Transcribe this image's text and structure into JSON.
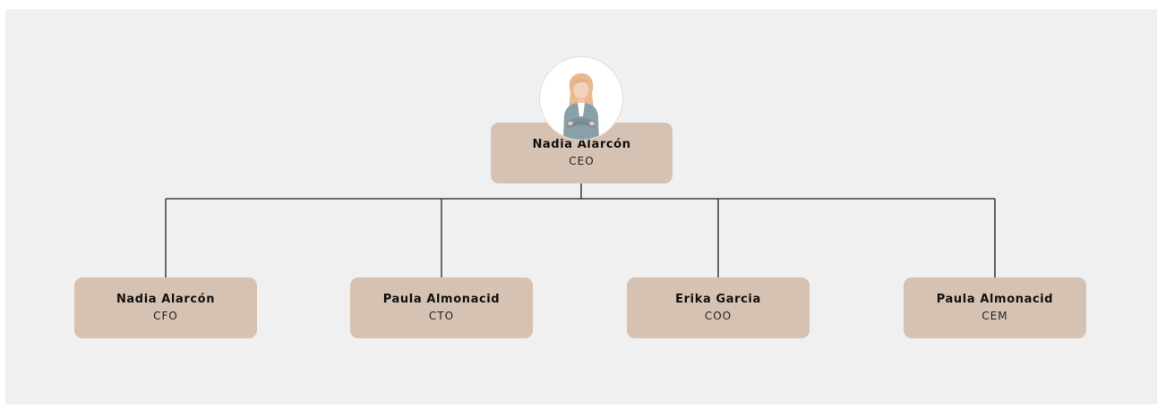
{
  "colors": {
    "background": "#f0f0f0",
    "box_fill": "#d6c2b2",
    "connector": "#3a3a3a"
  },
  "ceo": {
    "name": "Nadia Alarcón",
    "title": "CEO",
    "avatar": "woman-portrait-icon"
  },
  "reports": [
    {
      "name": "Nadia Alarcón",
      "title": "CFO"
    },
    {
      "name": "Paula Almonacid",
      "title": "CTO"
    },
    {
      "name": "Erika Garcia",
      "title": "COO"
    },
    {
      "name": "Paula Almonacid",
      "title": "CEM"
    }
  ]
}
